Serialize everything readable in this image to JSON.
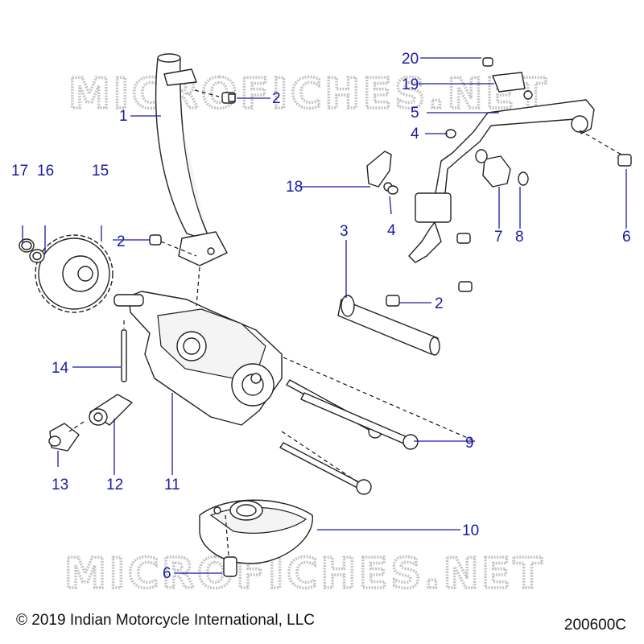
{
  "watermark": {
    "text": "MICROFICHES.NET"
  },
  "callouts": [
    {
      "id": "c1",
      "label": "1"
    },
    {
      "id": "c2a",
      "label": "2"
    },
    {
      "id": "c2b",
      "label": "2"
    },
    {
      "id": "c2c",
      "label": "2"
    },
    {
      "id": "c3",
      "label": "3"
    },
    {
      "id": "c4a",
      "label": "4"
    },
    {
      "id": "c4b",
      "label": "4"
    },
    {
      "id": "c5",
      "label": "5"
    },
    {
      "id": "c6a",
      "label": "6"
    },
    {
      "id": "c6b",
      "label": "6"
    },
    {
      "id": "c7",
      "label": "7"
    },
    {
      "id": "c8",
      "label": "8"
    },
    {
      "id": "c9",
      "label": "9"
    },
    {
      "id": "c10",
      "label": "10"
    },
    {
      "id": "c11",
      "label": "11"
    },
    {
      "id": "c12",
      "label": "12"
    },
    {
      "id": "c13",
      "label": "13"
    },
    {
      "id": "c14",
      "label": "14"
    },
    {
      "id": "c15",
      "label": "15"
    },
    {
      "id": "c16",
      "label": "16"
    },
    {
      "id": "c17",
      "label": "17"
    },
    {
      "id": "c18",
      "label": "18"
    },
    {
      "id": "c19",
      "label": "19"
    },
    {
      "id": "c20",
      "label": "20"
    }
  ],
  "footer": {
    "copyright": "© 2019 Indian Motorcycle International, LLC",
    "drawing_number": "200600C"
  }
}
